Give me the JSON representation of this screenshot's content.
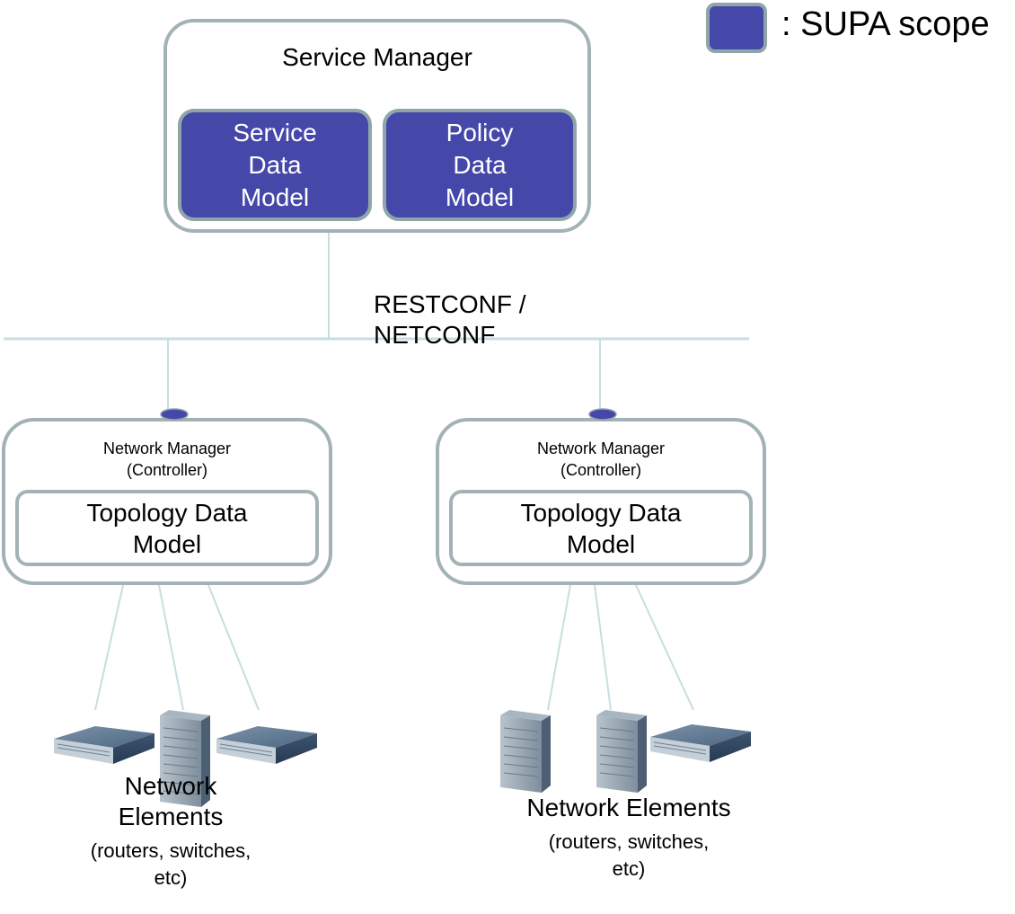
{
  "legend": {
    "label": ": SUPA scope",
    "swatch_color": "#4548a8"
  },
  "service_manager": {
    "title": "Service Manager",
    "service_data_model": [
      "Service",
      "Data",
      "Model"
    ],
    "policy_data_model": [
      "Policy",
      "Data",
      "Model"
    ]
  },
  "protocol": {
    "line1": "RESTCONF /",
    "line2": "NETCONF"
  },
  "network_managers": [
    {
      "title_line1": "Network Manager",
      "title_line2": "(Controller)",
      "topology": [
        "Topology Data",
        "Model"
      ],
      "elements_title": [
        "Network",
        "Elements"
      ],
      "elements_sub": [
        "(routers, switches,",
        "etc)"
      ],
      "devices": [
        "switch-icon",
        "chassis-router-icon",
        "switch-icon"
      ]
    },
    {
      "title_line1": "Network Manager",
      "title_line2": "(Controller)",
      "topology": [
        "Topology Data",
        "Model"
      ],
      "elements_title": [
        "Network Elements"
      ],
      "elements_sub": [
        "(routers, switches,",
        "etc)"
      ],
      "devices": [
        "chassis-router-icon",
        "chassis-router-icon",
        "switch-icon"
      ]
    }
  ],
  "colors": {
    "scope_fill": "#4548a8",
    "box_border": "#a3b3b5",
    "connector_line": "#c5dfe1",
    "endpoint_fill": "#4548a8"
  }
}
